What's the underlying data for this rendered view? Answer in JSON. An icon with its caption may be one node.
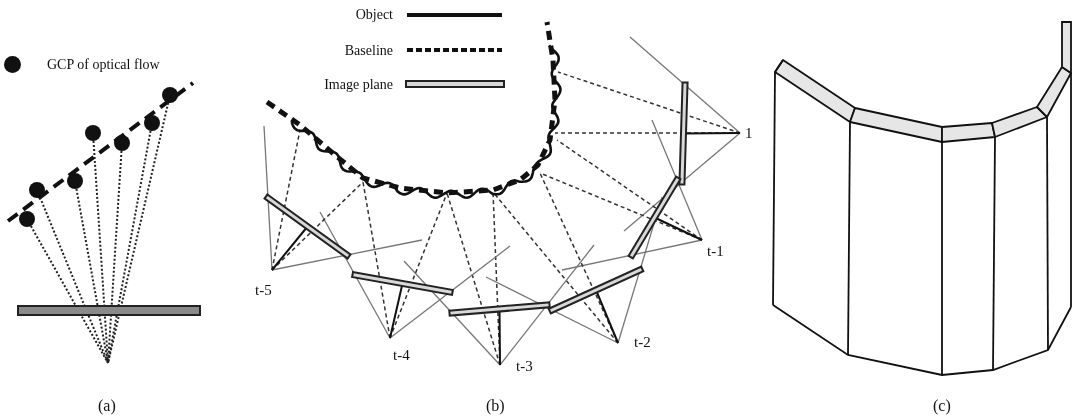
{
  "diagram": {
    "labels": [
      "1",
      "t-1",
      "t-5",
      "t-2",
      "t-4",
      "t-3",
      "(a)",
      "(b)",
      "(c)"
    ],
    "legend": [
      {
        "text": "GCP of optical flow"
      },
      {
        "text": "Object"
      },
      {
        "text": "Baseline"
      },
      {
        "text": "Image plane"
      }
    ]
  }
}
